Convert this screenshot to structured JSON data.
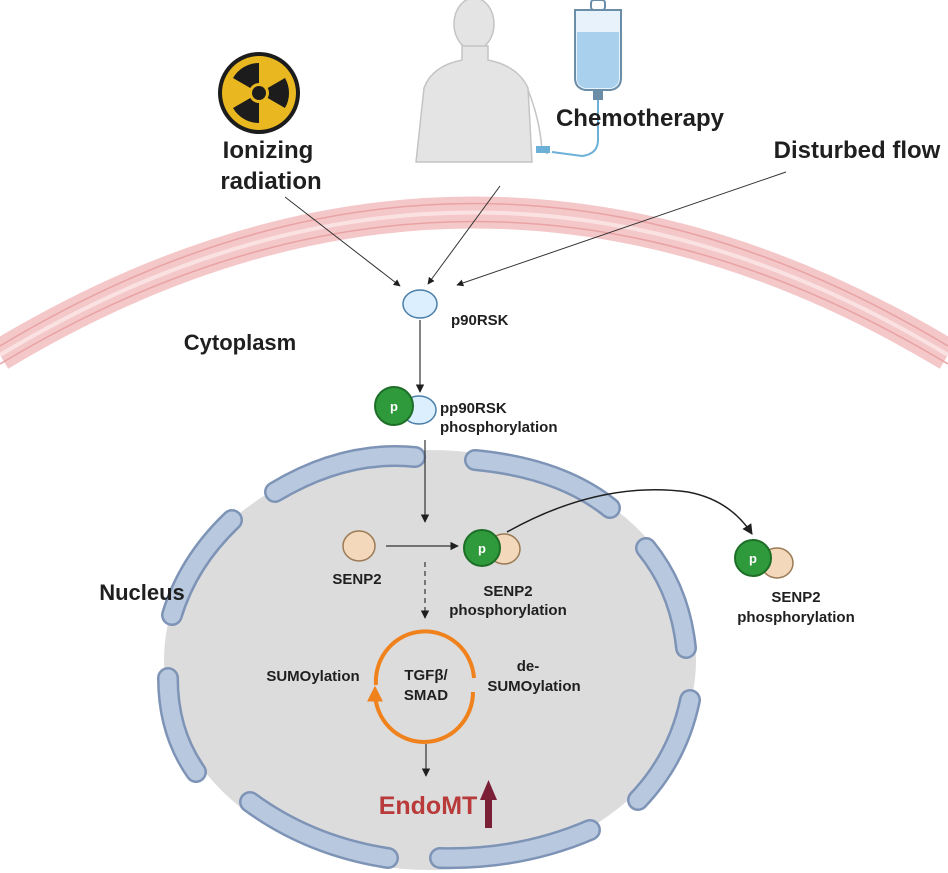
{
  "stimuli": {
    "radiation_line1": "Ionizing",
    "radiation_line2": "radiation",
    "chemo": "Chemotherapy",
    "flow": "Disturbed flow"
  },
  "regions": {
    "cytoplasm": "Cytoplasm",
    "nucleus": "Nucleus"
  },
  "proteins": {
    "p90rsk": "p90RSK",
    "pp90rsk_line1": "pp90RSK",
    "pp90rsk_line2": "phosphorylation",
    "senp2": "SENP2",
    "senp2_phos_line1": "SENP2",
    "senp2_phos_line2": "phosphorylation",
    "senp2_out_line1": "SENP2",
    "senp2_out_line2": "phosphorylation",
    "p_symbol": "p"
  },
  "cycle": {
    "center_line1": "TGFβ/",
    "center_line2": "SMAD",
    "left": "SUMOylation",
    "right_line1": "de-",
    "right_line2": "SUMOylation"
  },
  "outcome": {
    "label": "EndoMT"
  },
  "icons": [
    "radiation-hazard-icon",
    "human-patient-icon",
    "iv-bag-icon",
    "phosphate-icon",
    "up-arrow-icon"
  ],
  "colors": {
    "membrane": "#f4c7c8",
    "membrane_line": "#e9a3a5",
    "nucleus_fill": "#dcdcdc",
    "nuclear_envelope": "#b8c8de",
    "nuclear_envelope_stroke": "#7e94b7",
    "p90rsk_fill": "#dcefff",
    "p90rsk_stroke": "#4a7ea8",
    "phosphate_fill": "#2f9a3c",
    "phosphate_stroke": "#1d6e27",
    "senp2_fill": "#f3d8bb",
    "senp2_stroke": "#9c7b55",
    "cycle_arrow": "#f0821e",
    "endomt": "#b83a3a",
    "up_arrow": "#7a1f35",
    "radiation_yellow": "#e9b820",
    "body_fill": "#e4e4e4"
  }
}
